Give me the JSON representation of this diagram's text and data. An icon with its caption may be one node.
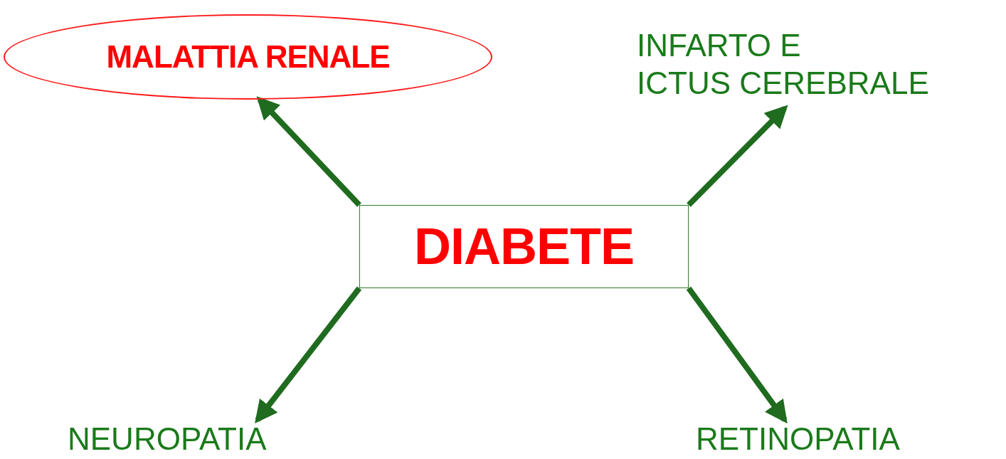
{
  "diagram": {
    "nodes": [
      {
        "text": [
          "DIABETE"
        ]
      },
      {
        "text": [
          "MALATTIA RENALE"
        ]
      },
      {
        "text": [
          "INFARTO E ICTUS CEREBRALE"
        ]
      },
      {
        "text": [
          "NEUROPATIA"
        ]
      },
      {
        "text": [
          "RETINOPATIA"
        ]
      }
    ],
    "edges": [
      {
        "from": 0,
        "to": 1,
        "arrow": "to"
      },
      {
        "from": 0,
        "to": 2,
        "arrow": "to"
      },
      {
        "from": 0,
        "to": 3,
        "arrow": "to"
      },
      {
        "from": 0,
        "to": 4,
        "arrow": "to"
      }
    ]
  }
}
